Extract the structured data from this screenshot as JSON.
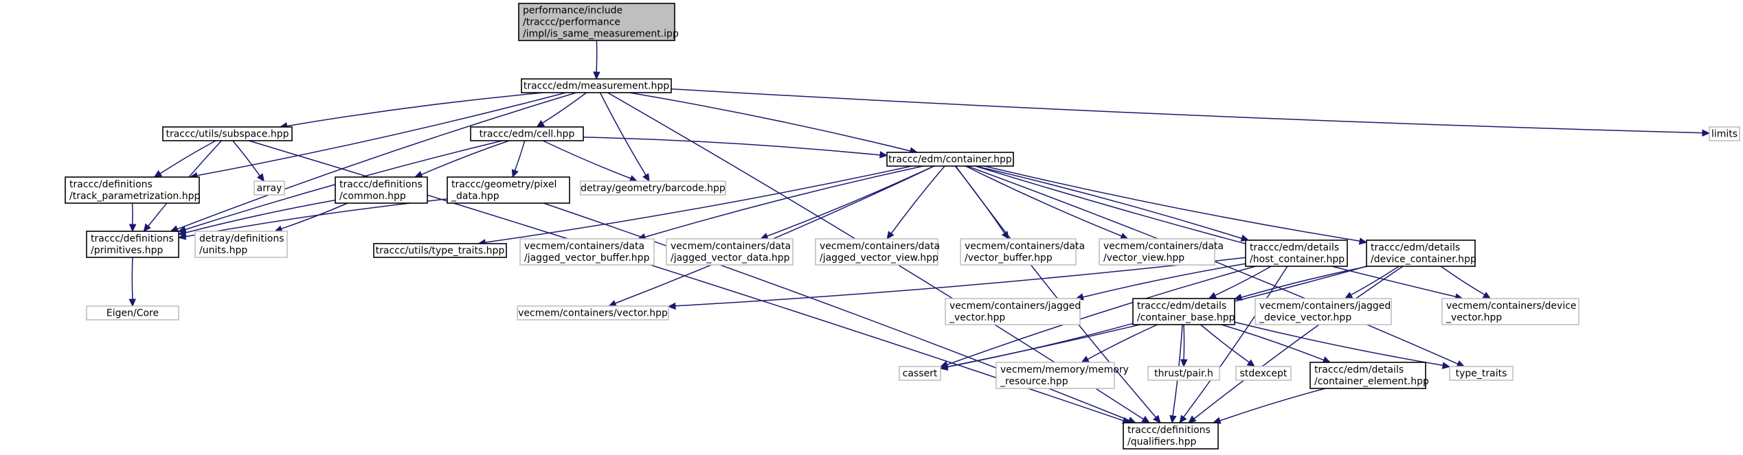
{
  "colors": {
    "edge": "#191970",
    "root_fill": "#bfbfbf",
    "main_border": "#000000",
    "ext_border": "#bfbfbf",
    "background": "#ffffff"
  },
  "nodes": {
    "root": {
      "lines": [
        "performance/include",
        "/traccc/performance",
        "/impl/is_same_measurement.ipp"
      ],
      "kind": "root"
    },
    "measurement": {
      "lines": [
        "traccc/edm/measurement.hpp"
      ],
      "kind": "main"
    },
    "subspace": {
      "lines": [
        "traccc/utils/subspace.hpp"
      ],
      "kind": "main"
    },
    "cell": {
      "lines": [
        "traccc/edm/cell.hpp"
      ],
      "kind": "main"
    },
    "limits": {
      "lines": [
        "limits"
      ],
      "kind": "ext"
    },
    "track_param": {
      "lines": [
        "traccc/definitions",
        "/track_parametrization.hpp"
      ],
      "kind": "main"
    },
    "array": {
      "lines": [
        "array"
      ],
      "kind": "ext"
    },
    "def_common": {
      "lines": [
        "traccc/definitions",
        "/common.hpp"
      ],
      "kind": "main"
    },
    "pixel_data": {
      "lines": [
        "traccc/geometry/pixel",
        "_data.hpp"
      ],
      "kind": "main"
    },
    "barcode": {
      "lines": [
        "detray/geometry/barcode.hpp"
      ],
      "kind": "ext"
    },
    "container": {
      "lines": [
        "traccc/edm/container.hpp"
      ],
      "kind": "main"
    },
    "primitives": {
      "lines": [
        "traccc/definitions",
        "/primitives.hpp"
      ],
      "kind": "main"
    },
    "units": {
      "lines": [
        "detray/definitions",
        "/units.hpp"
      ],
      "kind": "ext"
    },
    "type_traits_h": {
      "lines": [
        "traccc/utils/type_traits.hpp"
      ],
      "kind": "main"
    },
    "jv_buffer": {
      "lines": [
        "vecmem/containers/data",
        "/jagged_vector_buffer.hpp"
      ],
      "kind": "ext"
    },
    "jv_data": {
      "lines": [
        "vecmem/containers/data",
        "/jagged_vector_data.hpp"
      ],
      "kind": "ext"
    },
    "jv_view": {
      "lines": [
        "vecmem/containers/data",
        "/jagged_vector_view.hpp"
      ],
      "kind": "ext"
    },
    "v_buffer": {
      "lines": [
        "vecmem/containers/data",
        "/vector_buffer.hpp"
      ],
      "kind": "ext"
    },
    "v_view": {
      "lines": [
        "vecmem/containers/data",
        "/vector_view.hpp"
      ],
      "kind": "ext"
    },
    "host_container": {
      "lines": [
        "traccc/edm/details",
        "/host_container.hpp"
      ],
      "kind": "main"
    },
    "device_container": {
      "lines": [
        "traccc/edm/details",
        "/device_container.hpp"
      ],
      "kind": "main"
    },
    "eigen": {
      "lines": [
        "Eigen/Core"
      ],
      "kind": "ext"
    },
    "vecmem_vector": {
      "lines": [
        "vecmem/containers/vector.hpp"
      ],
      "kind": "ext"
    },
    "jagged_vector": {
      "lines": [
        "vecmem/containers/jagged",
        "_vector.hpp"
      ],
      "kind": "ext"
    },
    "container_base": {
      "lines": [
        "traccc/edm/details",
        "/container_base.hpp"
      ],
      "kind": "main"
    },
    "jagged_device_vector": {
      "lines": [
        "vecmem/containers/jagged",
        "_device_vector.hpp"
      ],
      "kind": "ext"
    },
    "device_vector": {
      "lines": [
        "vecmem/containers/device",
        "_vector.hpp"
      ],
      "kind": "ext"
    },
    "cassert": {
      "lines": [
        "cassert"
      ],
      "kind": "ext"
    },
    "memory_resource": {
      "lines": [
        "vecmem/memory/memory",
        "_resource.hpp"
      ],
      "kind": "ext"
    },
    "thrust_pair": {
      "lines": [
        "thrust/pair.h"
      ],
      "kind": "ext"
    },
    "stdexcept": {
      "lines": [
        "stdexcept"
      ],
      "kind": "ext"
    },
    "container_element": {
      "lines": [
        "traccc/edm/details",
        "/container_element.hpp"
      ],
      "kind": "main"
    },
    "type_traits": {
      "lines": [
        "type_traits"
      ],
      "kind": "ext"
    },
    "qualifiers": {
      "lines": [
        "traccc/definitions",
        "/qualifiers.hpp"
      ],
      "kind": "main"
    }
  },
  "edges": [
    [
      "root",
      "measurement"
    ],
    [
      "measurement",
      "subspace"
    ],
    [
      "measurement",
      "cell"
    ],
    [
      "measurement",
      "limits"
    ],
    [
      "measurement",
      "track_param"
    ],
    [
      "measurement",
      "barcode"
    ],
    [
      "measurement",
      "container"
    ],
    [
      "measurement",
      "primitives"
    ],
    [
      "measurement",
      "qualifiers"
    ],
    [
      "subspace",
      "track_param"
    ],
    [
      "subspace",
      "array"
    ],
    [
      "subspace",
      "primitives"
    ],
    [
      "subspace",
      "qualifiers"
    ],
    [
      "cell",
      "def_common"
    ],
    [
      "cell",
      "pixel_data"
    ],
    [
      "cell",
      "barcode"
    ],
    [
      "cell",
      "container"
    ],
    [
      "cell",
      "primitives"
    ],
    [
      "track_param",
      "primitives"
    ],
    [
      "def_common",
      "primitives"
    ],
    [
      "def_common",
      "units"
    ],
    [
      "pixel_data",
      "primitives"
    ],
    [
      "pixel_data",
      "qualifiers"
    ],
    [
      "primitives",
      "eigen"
    ],
    [
      "container",
      "type_traits_h"
    ],
    [
      "container",
      "jv_buffer"
    ],
    [
      "container",
      "jv_data"
    ],
    [
      "container",
      "jv_view"
    ],
    [
      "container",
      "v_buffer"
    ],
    [
      "container",
      "v_view"
    ],
    [
      "container",
      "host_container"
    ],
    [
      "container",
      "device_container"
    ],
    [
      "container",
      "vecmem_vector"
    ],
    [
      "container",
      "device_vector"
    ],
    [
      "container",
      "type_traits"
    ],
    [
      "container",
      "qualifiers"
    ],
    [
      "host_container",
      "vecmem_vector"
    ],
    [
      "host_container",
      "jagged_vector"
    ],
    [
      "host_container",
      "container_base"
    ],
    [
      "host_container",
      "cassert"
    ],
    [
      "host_container",
      "qualifiers"
    ],
    [
      "device_container",
      "container_base"
    ],
    [
      "device_container",
      "jagged_device_vector"
    ],
    [
      "device_container",
      "device_vector"
    ],
    [
      "device_container",
      "cassert"
    ],
    [
      "device_container",
      "qualifiers"
    ],
    [
      "container_base",
      "cassert"
    ],
    [
      "container_base",
      "memory_resource"
    ],
    [
      "container_base",
      "thrust_pair"
    ],
    [
      "container_base",
      "stdexcept"
    ],
    [
      "container_base",
      "container_element"
    ],
    [
      "container_base",
      "type_traits"
    ],
    [
      "container_base",
      "qualifiers"
    ],
    [
      "container_element",
      "qualifiers"
    ]
  ]
}
